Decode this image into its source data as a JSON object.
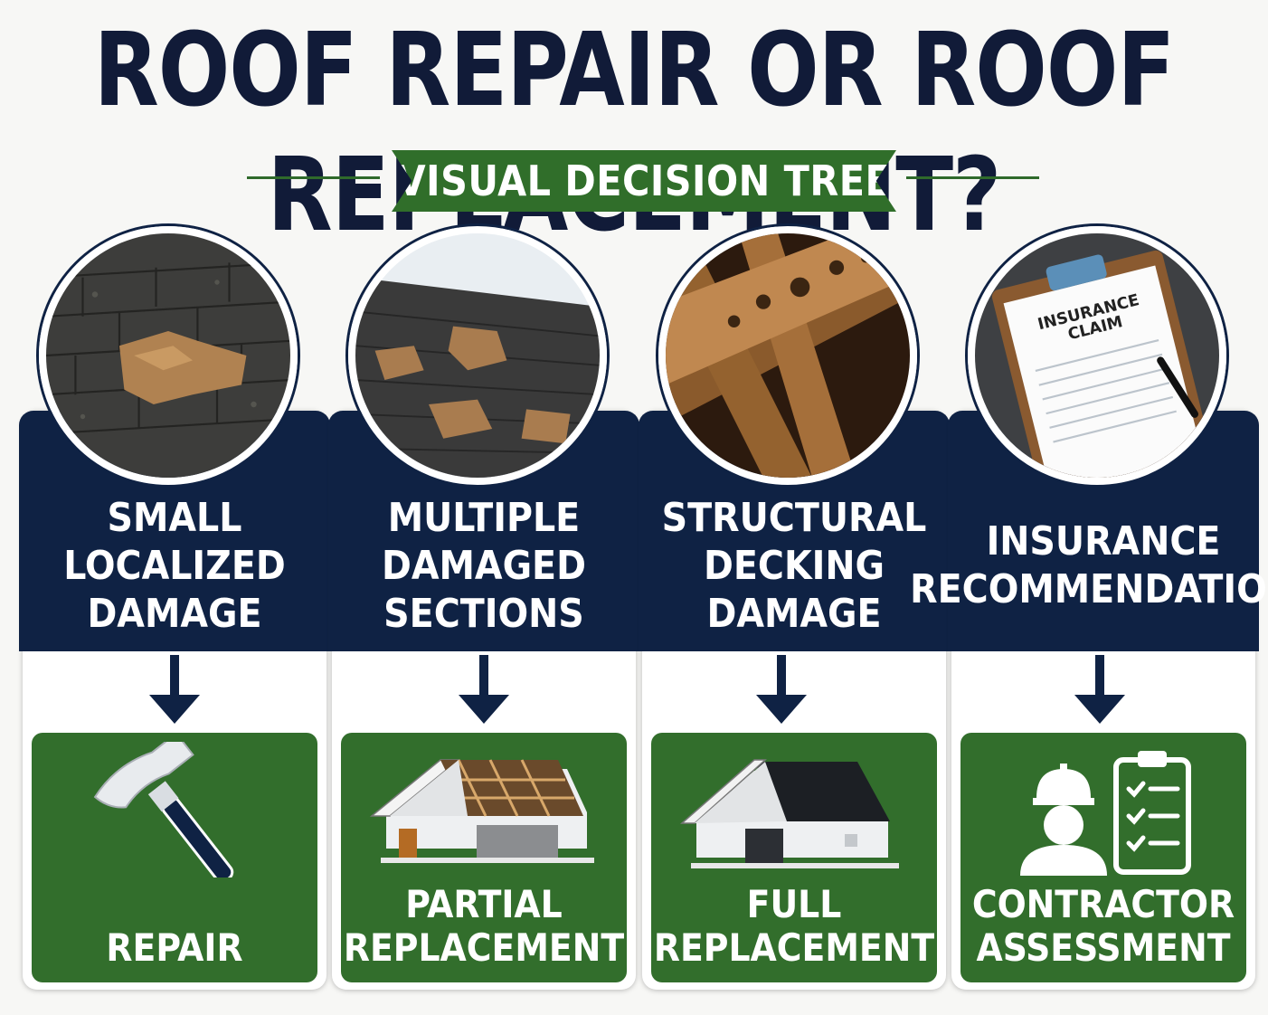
{
  "title": "ROOF REPAIR OR ROOF REPLACEMENT?",
  "subtitle": "VISUAL DECISION TREE",
  "colors": {
    "navy": "#0f2244",
    "green": "#326e2c",
    "background": "#f7f7f5"
  },
  "columns": [
    {
      "photo": "damaged-shingles-photo",
      "condition": "SMALL\nLOCALIZED\nDAMAGE",
      "outcome_icon": "hammer-icon",
      "outcome": "REPAIR"
    },
    {
      "photo": "multiple-damaged-shingles-photo",
      "condition": "MULTIPLE\nDAMAGED\nSECTIONS",
      "outcome_icon": "house-partial-roof-icon",
      "outcome": "PARTIAL\nREPLACEMENT"
    },
    {
      "photo": "rotten-decking-photo",
      "condition": "STRUCTURAL\nDECKING\nDAMAGE",
      "outcome_icon": "house-icon",
      "outcome": "FULL\nREPLACEMENT"
    },
    {
      "photo": "insurance-claim-clipboard-photo",
      "condition": "INSURANCE\nRECOMMENDATION",
      "outcome_icon": "contractor-clipboard-icon",
      "outcome": "CONTRACTOR\nASSESSMENT"
    }
  ],
  "photo_text": {
    "claim": "INSURANCE\nCLAIM"
  }
}
